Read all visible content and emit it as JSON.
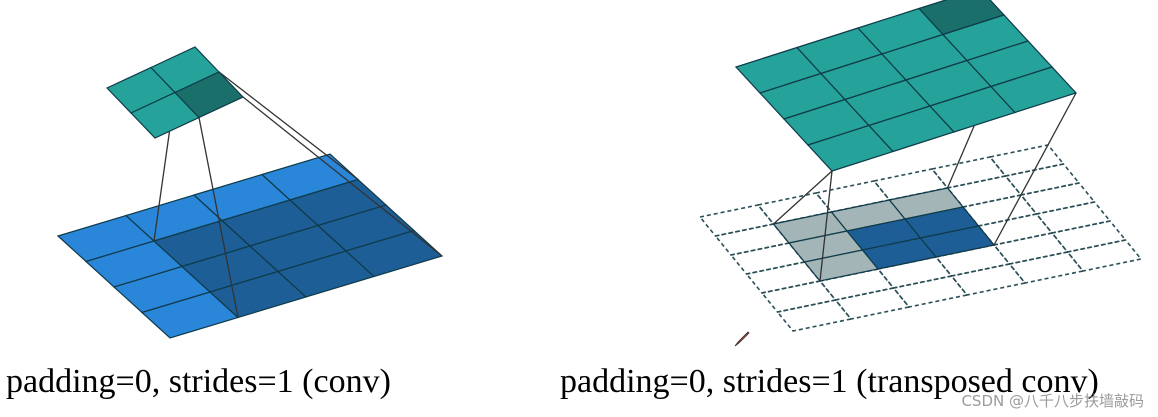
{
  "figures": {
    "left": {
      "caption": "padding=0, strides=1 (conv)",
      "input_size": 4,
      "output_size": 2,
      "kernel_size": 3,
      "highlight_output_cell": [
        1,
        1
      ],
      "kernel_position": [
        1,
        1
      ]
    },
    "right": {
      "caption": "padding=0, strides=1 (transposed conv)",
      "input_size": 2,
      "padded_size": 6,
      "output_size": 4,
      "kernel_size": 3,
      "highlight_output_cell": [
        0,
        3
      ],
      "kernel_window_origin": [
        0,
        3
      ]
    }
  },
  "colors": {
    "output_teal": "#25a29a",
    "output_teal_dark": "#1a6f6b",
    "input_blue": "#2a86d8",
    "input_blue_dark": "#1d5e96",
    "gray_window": "#9fb1b4",
    "dashed_grid": "#2a4f56",
    "line": "#333333"
  },
  "watermark": "CSDN @八千八步扶墙敲码"
}
